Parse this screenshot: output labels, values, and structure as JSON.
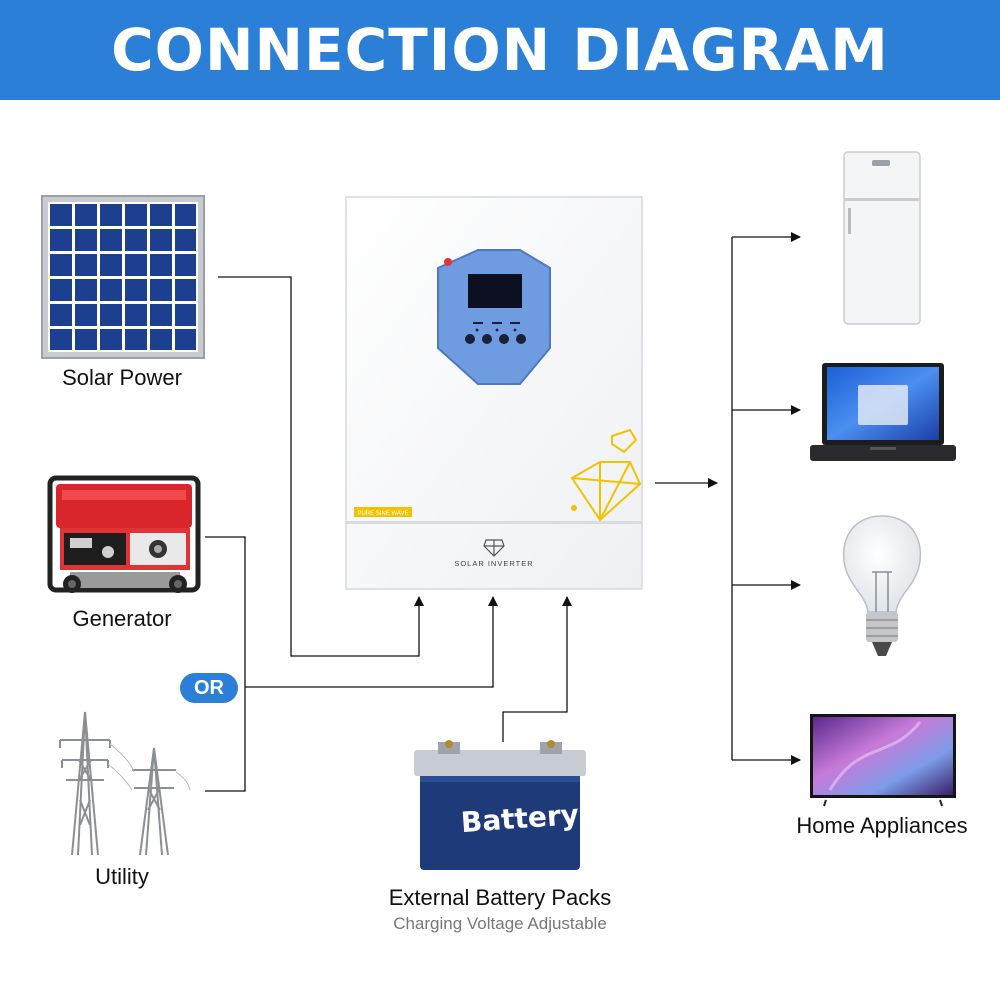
{
  "header": {
    "title": "CONNECTION DIAGRAM"
  },
  "sources": [
    {
      "label": "Solar Power"
    },
    {
      "label": "Generator"
    },
    {
      "label": "Utility"
    }
  ],
  "or_badge": "OR",
  "inverter": {
    "brand_text": "SOLAR INVERTER",
    "tag_text": "PURE SINE WAVE"
  },
  "battery": {
    "case_text": "Battery",
    "label": "External Battery Packs",
    "sublabel": "Charging Voltage Adjustable"
  },
  "outputs": {
    "label": "Home Appliances",
    "items": [
      "refrigerator",
      "laptop",
      "light-bulb",
      "television"
    ]
  },
  "colors": {
    "banner": "#2b7fd6",
    "or_badge": "#2b7fd6",
    "battery_body": "#1f3a78",
    "solar_cell": "#1d3f8f",
    "generator_red": "#d8262b",
    "display_panel": "#6f9be0",
    "inverter_accent": "#f2c200"
  }
}
